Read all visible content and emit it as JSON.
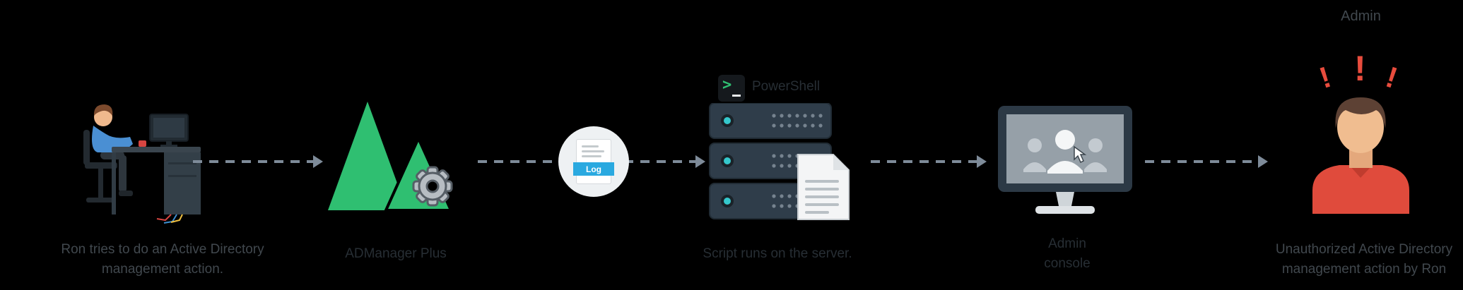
{
  "palette": {
    "background": "#000000",
    "caption_text": "#41484e",
    "faint_text": "#272e34",
    "arrow_gray": "#7e8b99",
    "brand_green": "#2fbf71",
    "log_blue": "#2aa9e0",
    "alert_red": "#e84c3d",
    "server_body": "#2f3d4a",
    "led_teal": "#35c8cc"
  },
  "steps": {
    "ron": {
      "caption_line1": "Ron tries to do an Active Directory",
      "caption_line2": "management action."
    },
    "admanager": {
      "caption": "ADManager Plus"
    },
    "log": {
      "badge": "Log"
    },
    "powershell": {
      "glyph": ">",
      "label": "PowerShell"
    },
    "server": {
      "caption": "Script runs on the server."
    },
    "console": {
      "caption_line1": "Admin",
      "caption_line2": "console"
    },
    "admin": {
      "title": "Admin",
      "marks": [
        "!",
        "!",
        "!"
      ],
      "caption_line1": "Unauthorized Active Directory",
      "caption_line2": "management action by Ron"
    }
  }
}
